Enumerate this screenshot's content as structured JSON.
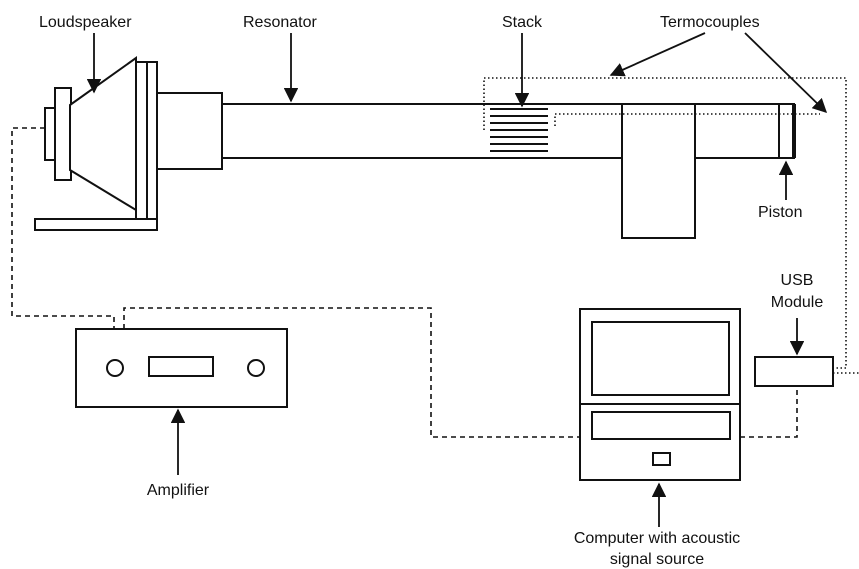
{
  "labels": {
    "loudspeaker": "Loudspeaker",
    "resonator": "Resonator",
    "stack": "Stack",
    "thermocouples": "Termocouples",
    "piston": "Piston",
    "usb_line1": "USB",
    "usb_line2": "Module",
    "amplifier": "Amplifier",
    "computer_line1": "Computer with acoustic",
    "computer_line2": "signal source"
  },
  "colors": {
    "line": "#111111",
    "background": "#ffffff"
  }
}
